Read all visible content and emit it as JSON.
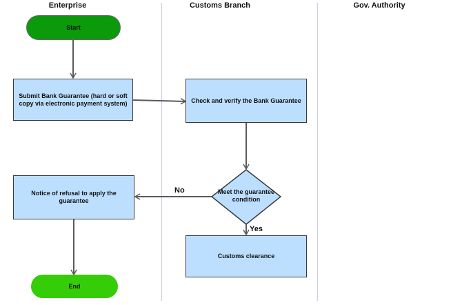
{
  "lanes": [
    {
      "title": "Enterprise"
    },
    {
      "title": "Customs Branch"
    },
    {
      "title": "Gov. Authority"
    }
  ],
  "nodes": {
    "start": "Start",
    "submit": "Submit Bank Guarantee (hard or soft copy via electronic payment system)",
    "check": "Check and verify the Bank Guarantee",
    "decision": "Meet the guarantee condition",
    "refusal": "Notice of refusal to apply the guarantee",
    "clearance": "Customs clearance",
    "end": "End"
  },
  "edge_labels": {
    "no": "No",
    "yes": "Yes"
  },
  "colors": {
    "start_fill": "#0a9a0a",
    "end_fill": "#35cc08",
    "process_fill": "#bddfff",
    "lane_divider": "#c9cde6",
    "connector": "#5a5a5a"
  }
}
